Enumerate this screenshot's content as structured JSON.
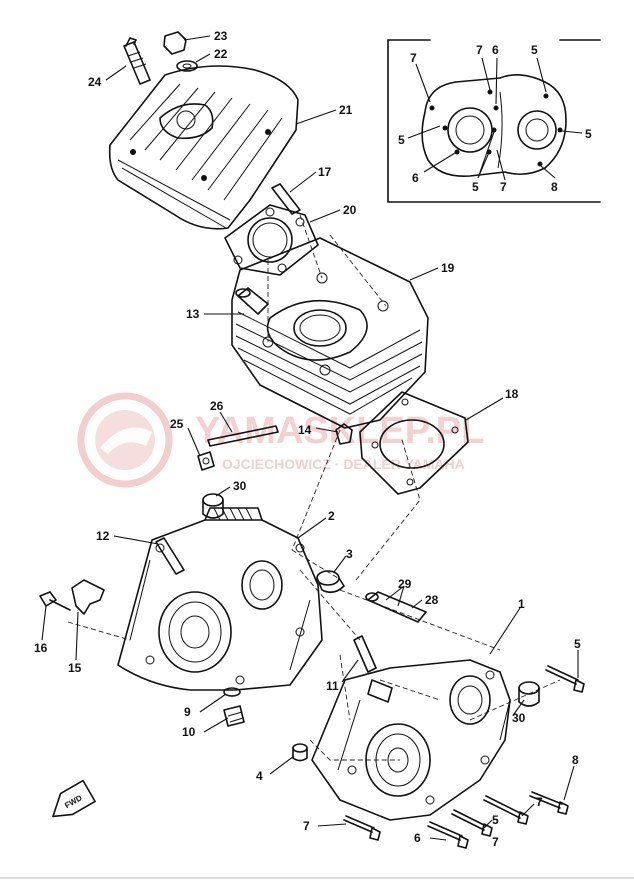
{
  "watermark": {
    "title": "YAMASKLEP.PL",
    "subtitle": "OJCIECHOWICZ · DEALER YAMAHA",
    "color": "#e9a3a3"
  },
  "direction_mark": "FWD",
  "callouts": {
    "c23": "23",
    "c22": "22",
    "c24": "24",
    "c21": "21",
    "c17": "17",
    "c20": "20",
    "c19": "19",
    "c13": "13",
    "c18": "18",
    "c26": "26",
    "c25": "25",
    "c14": "14",
    "c30a": "30",
    "c2": "2",
    "c12": "12",
    "c3": "3",
    "c29": "29",
    "c28": "28",
    "c1": "1",
    "c16": "16",
    "c15": "15",
    "c11": "11",
    "c9": "9",
    "c10": "10",
    "c30b": "30",
    "c5a": "5",
    "c4": "4",
    "c8a": "8",
    "c7a": "7",
    "c7b": "7",
    "c5b": "5",
    "c6a": "6",
    "c7c": "7"
  },
  "inset_callouts": {
    "i7a": "7",
    "i7b": "7",
    "i6a": "6",
    "i5a": "5",
    "i5b": "5",
    "i5c": "5",
    "i6b": "6",
    "i5d": "5",
    "i7c": "7",
    "i8": "8"
  }
}
